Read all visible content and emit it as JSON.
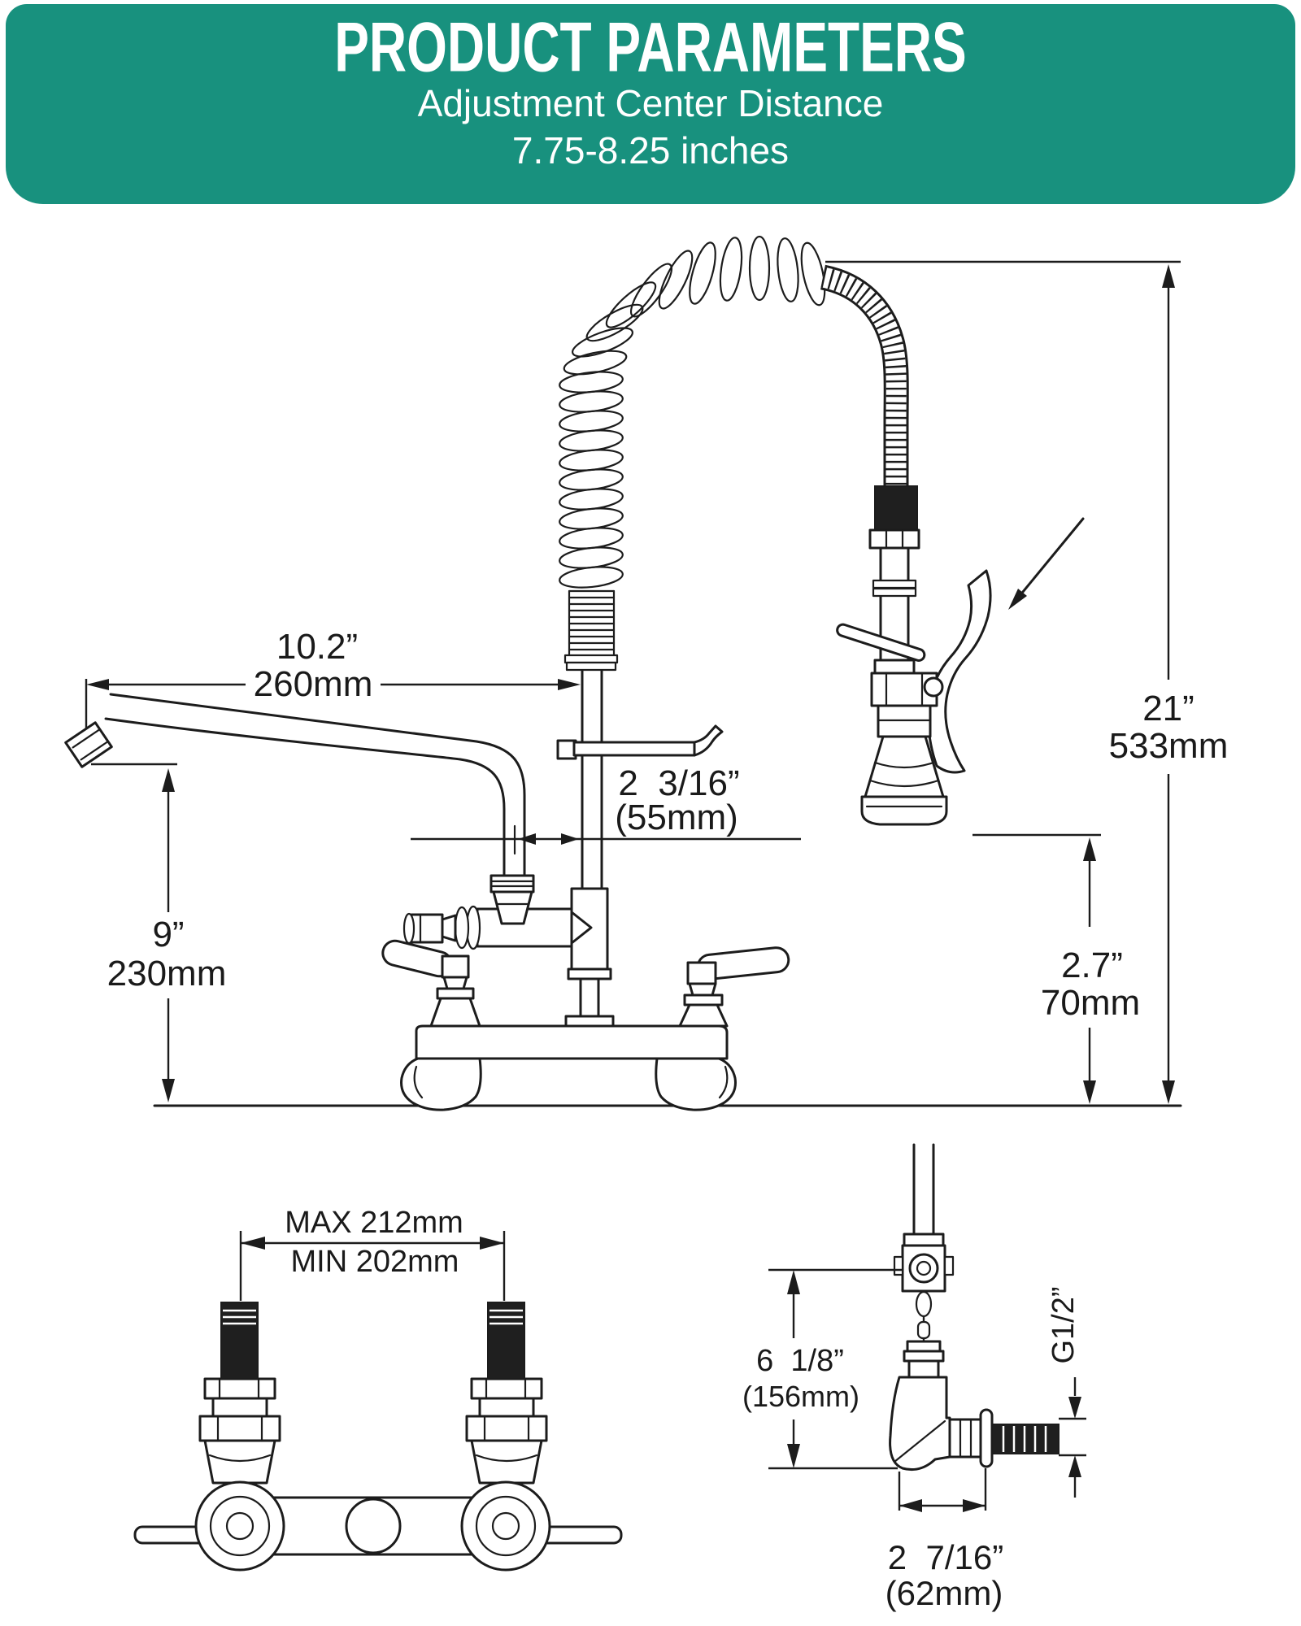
{
  "header": {
    "title": "PRODUCT PARAMETERS",
    "subtitle": "Adjustment Center Distance",
    "range": "7.75-8.25 inches",
    "bg_color": "#18917e",
    "text_color": "#ffffff"
  },
  "main_view": {
    "dims": {
      "spout_reach_in": "10.2”",
      "spout_reach_mm": "260mm",
      "spout_offset_in": "2  3/16”",
      "spout_offset_mm": "(55mm)",
      "overall_height_in": "21”",
      "overall_height_mm": "533mm",
      "spout_height_in": "9”",
      "spout_height_mm": "230mm",
      "spray_clearance_in": "2.7”",
      "spray_clearance_mm": "70mm"
    }
  },
  "mount_view": {
    "dims": {
      "max": "MAX 212mm",
      "min": "MIN 202mm"
    }
  },
  "side_view": {
    "dims": {
      "inlet_height_in": "6  1/8”",
      "inlet_height_mm": "(156mm)",
      "thread_size": "G1/2”",
      "wall_depth_in": "2  7/16”",
      "wall_depth_mm": "(62mm)"
    }
  },
  "colors": {
    "line": "#1c1c1c",
    "accent": "#18917e"
  }
}
